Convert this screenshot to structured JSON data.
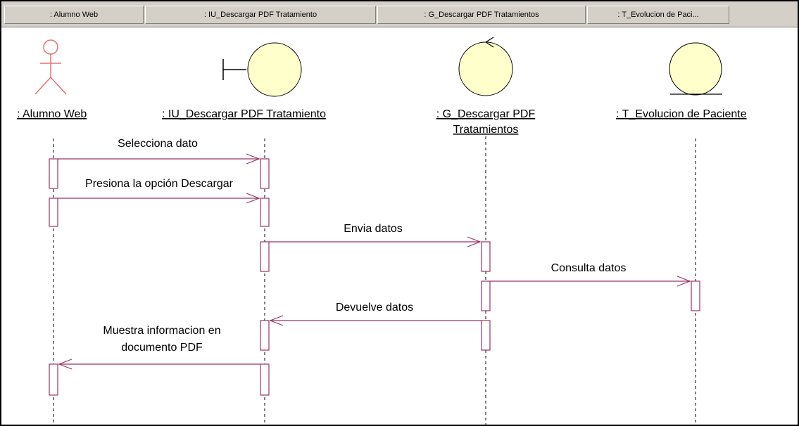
{
  "headers": [
    ": Alumno Web",
    ": IU_Descargar PDF Tratamiento",
    ": G_Descargar PDF Tratamientos",
    ": T_Evolucion de Paci..."
  ],
  "lifelines": {
    "alumno": {
      "label": ": Alumno Web",
      "icon": "actor-icon"
    },
    "iu": {
      "label": ": IU_Descargar PDF Tratamiento",
      "icon": "boundary-icon"
    },
    "g_line1": ": G_Descargar PDF",
    "g_line2": "Tratamientos",
    "t": {
      "label": ": T_Evolucion de Paciente",
      "icon": "entity-icon"
    }
  },
  "messages": {
    "m1": "Selecciona dato",
    "m2": "Presiona la opción Descargar",
    "m3": "Envia datos",
    "m4": "Consulta datos",
    "m5": "Devuelve datos",
    "m6_line1": "Muestra informacion en",
    "m6_line2": "documento PDF"
  },
  "colors": {
    "lifeline_icon": "#ff9999",
    "object_fill": "#ffffcc",
    "message_arrow": "#993366",
    "activation": "#993366"
  }
}
